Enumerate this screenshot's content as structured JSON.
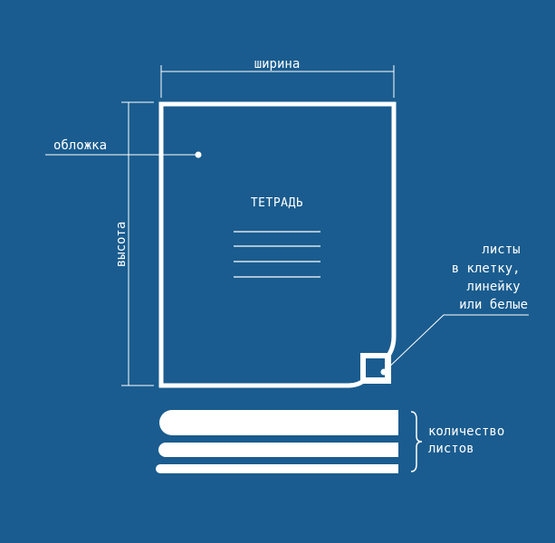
{
  "labels": {
    "width": "ширина",
    "height": "высота",
    "cover": "обложка",
    "notebook_title": "ТЕТРАДЬ",
    "sheets_lines": [
      "листы",
      "в клетку,",
      "линейку",
      "или белые"
    ],
    "count_lines": [
      "количество",
      "листов"
    ]
  },
  "colors": {
    "background": "#1a5c8f",
    "foreground": "#ffffff"
  }
}
